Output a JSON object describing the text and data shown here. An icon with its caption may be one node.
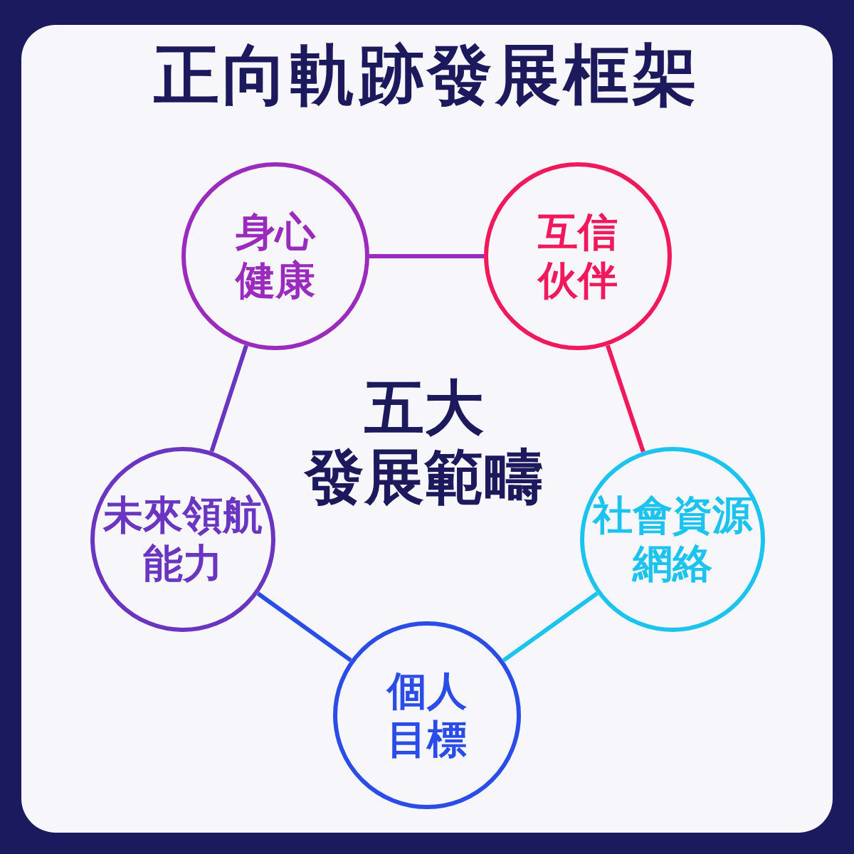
{
  "diagram": {
    "title": "正向軌跡發展框架",
    "nodes": [
      {
        "text": [
          "身心健康"
        ]
      },
      {
        "text": [
          "互信伙伴"
        ]
      },
      {
        "text": [
          "社會資源網絡"
        ]
      },
      {
        "text": [
          "個人目標"
        ]
      },
      {
        "text": [
          "未來領航能力"
        ]
      }
    ],
    "edges": [
      {
        "from": 0,
        "to": 1,
        "arrow": "none"
      },
      {
        "from": 1,
        "to": 2,
        "arrow": "none",
        "color": "#f0195c"
      },
      {
        "from": 2,
        "to": 3,
        "arrow": "none",
        "color": "#1cc3ee"
      },
      {
        "from": 3,
        "to": 4,
        "arrow": "none",
        "color": "#2a4de8"
      },
      {
        "from": 4,
        "to": 0,
        "arrow": "none"
      }
    ],
    "labels": [
      "五大發展範疇"
    ]
  }
}
